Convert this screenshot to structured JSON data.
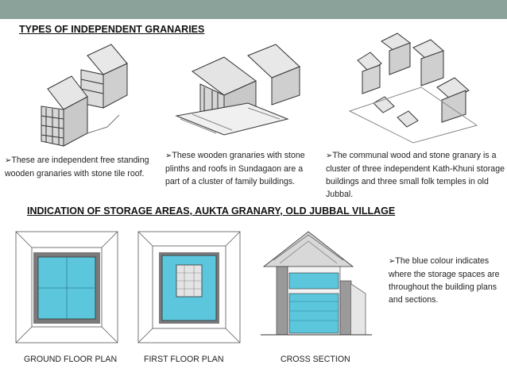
{
  "heading_top": "TYPES OF INDEPENDENT GRANARIES",
  "heading_mid": "INDICATION OF STORAGE AREAS, AUKTA GRANARY, OLD JUBBAL VILLAGE",
  "bullet_glyph": "➢",
  "captions": [
    "These are independent free standing wooden granaries with stone tile roof.",
    "These wooden granaries with stone plinths and roofs in Sundagaon are a part of a cluster of family buildings.",
    "The communal wood and stone granary is a cluster of three independent Kath-Khuni storage buildings and three small folk temples in old Jubbal."
  ],
  "note": "The blue colour indicates where the storage spaces are throughout the building plans and sections.",
  "labels": {
    "ground": "GROUND FLOOR PLAN",
    "first": "FIRST FLOOR PLAN",
    "section": "CROSS SECTION"
  },
  "colors": {
    "topbar": "#8aa29a",
    "storage_blue": "#5bc6dc"
  }
}
